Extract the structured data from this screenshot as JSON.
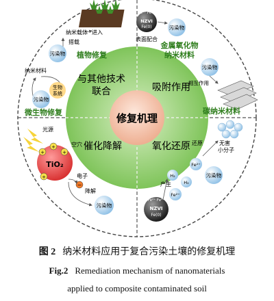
{
  "center": {
    "title": "修复机理"
  },
  "inner_sectors": {
    "top_left": [
      "与其他技术",
      "联合"
    ],
    "top_right": "吸附作用",
    "bottom_left": "催化降解",
    "bottom_right": "氧化还原"
  },
  "outer_labels": {
    "plant": "植物修复",
    "microbe": "微生物修复",
    "metal_oxide": [
      "金属氧化物",
      "纳米材料"
    ],
    "carbon": "碳纳米材料"
  },
  "small_labels": {
    "nano_carrier": "纳米载体",
    "enter": "进入",
    "load": "搭载",
    "pollutant": "污染物",
    "nano_material": "纳米材料",
    "bio_system": [
      "生物",
      "系统"
    ],
    "surface_complex": "表面配合",
    "interaction": "相互作用",
    "light_source": "光源",
    "hole": "空穴",
    "electron": "电子",
    "degrade": "降解",
    "reduce": "还原",
    "produce": "产生",
    "harmless": [
      "无害",
      "小分子"
    ]
  },
  "chem": {
    "tio2": "TiO₂",
    "nzvi": "NZVI",
    "fe0": "Fe(0)",
    "fe2": "Fe²⁺",
    "fe3_top": "Fe²⁺ Fe³⁺",
    "h2": "H₂"
  },
  "caption": {
    "cn_no": "图 2",
    "cn_text": "纳米材料应用于复合污染土壤的修复机理",
    "en_no": "Fig.2",
    "en_text_1": "Remediation mechanism of nanomaterials",
    "en_text_2": "applied to composite contaminated soil"
  },
  "colors": {
    "outer_fill": "#ffffff",
    "ring_stroke": "#444444",
    "inner_fill": "#8fcf6a",
    "center_fill": "#f3c8b3",
    "tio2_fill": "#e84c4c",
    "bubble": "#a9cdea"
  }
}
